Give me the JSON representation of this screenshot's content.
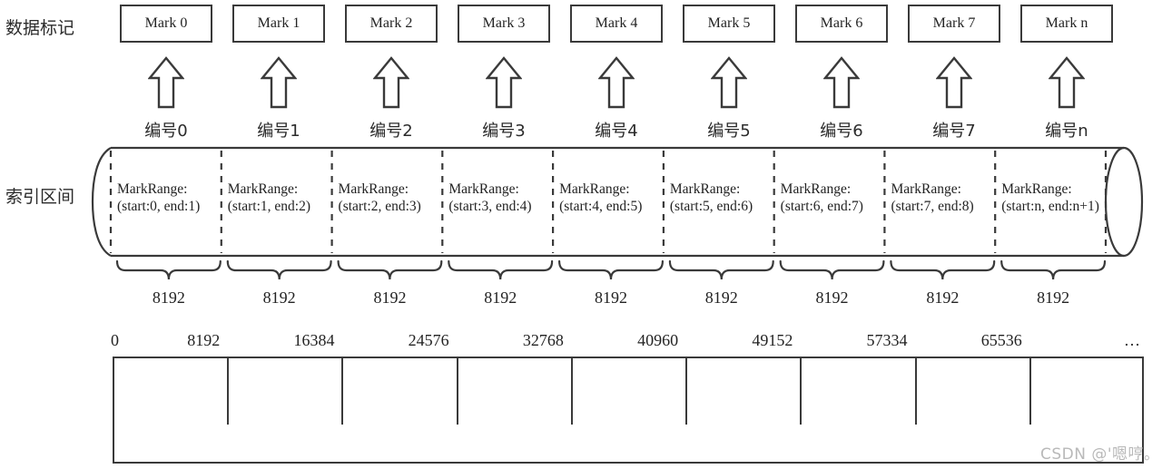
{
  "diagram": {
    "title_row_label": "数据标记",
    "index_row_label": "索引区间",
    "marks": [
      {
        "label": "Mark 0"
      },
      {
        "label": "Mark 1"
      },
      {
        "label": "Mark 2"
      },
      {
        "label": "Mark 3"
      },
      {
        "label": "Mark 4"
      },
      {
        "label": "Mark 5"
      },
      {
        "label": "Mark 6"
      },
      {
        "label": "Mark 7"
      },
      {
        "label": "Mark n"
      }
    ],
    "numbers": [
      {
        "label": "编号0"
      },
      {
        "label": "编号1"
      },
      {
        "label": "编号2"
      },
      {
        "label": "编号3"
      },
      {
        "label": "编号4"
      },
      {
        "label": "编号5"
      },
      {
        "label": "编号6"
      },
      {
        "label": "编号7"
      },
      {
        "label": "编号n"
      }
    ],
    "mark_ranges": [
      {
        "title": "MarkRange:",
        "range": "(start:0, end:1)"
      },
      {
        "title": "MarkRange:",
        "range": "(start:1, end:2)"
      },
      {
        "title": "MarkRange:",
        "range": "(start:2, end:3)"
      },
      {
        "title": "MarkRange:",
        "range": "(start:3, end:4)"
      },
      {
        "title": "MarkRange:",
        "range": "(start:4, end:5)"
      },
      {
        "title": "MarkRange:",
        "range": "(start:5, end:6)"
      },
      {
        "title": "MarkRange:",
        "range": "(start:6, end:7)"
      },
      {
        "title": "MarkRange:",
        "range": "(start:7, end:8)"
      },
      {
        "title": "MarkRange:",
        "range": "(start:n, end:n+1)"
      }
    ],
    "granule_sizes": [
      {
        "value": "8192"
      },
      {
        "value": "8192"
      },
      {
        "value": "8192"
      },
      {
        "value": "8192"
      },
      {
        "value": "8192"
      },
      {
        "value": "8192"
      },
      {
        "value": "8192"
      },
      {
        "value": "8192"
      },
      {
        "value": "8192"
      }
    ],
    "scale_ticks": [
      {
        "label": "0"
      },
      {
        "label": "8192"
      },
      {
        "label": "16384"
      },
      {
        "label": "24576"
      },
      {
        "label": "32768"
      },
      {
        "label": "40960"
      },
      {
        "label": "49152"
      },
      {
        "label": "57334"
      },
      {
        "label": "65536"
      }
    ],
    "scale_ellipsis": "…",
    "watermark": "CSDN @'嗯哼。",
    "colors": {
      "stroke": "#3a3a3a",
      "text": "#232323",
      "watermark": "#b9b9b9",
      "background": "#ffffff"
    }
  }
}
